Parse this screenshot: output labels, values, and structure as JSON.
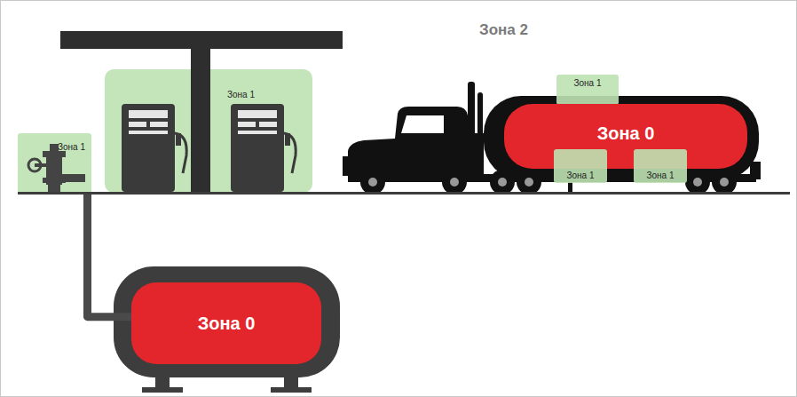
{
  "diagram": {
    "nodes": [
      {
        "text": [
          "Зона 1"
        ]
      },
      {
        "text": [
          "Зона 1"
        ]
      },
      {
        "text": [
          "Зона 1"
        ]
      },
      {
        "text": [
          "Зона 0"
        ]
      },
      {
        "text": [
          "Зона 1"
        ]
      },
      {
        "text": [
          "Зона 1"
        ]
      },
      {
        "text": [
          "Зона 0"
        ]
      }
    ],
    "edges": [
      {
        "from": 0,
        "to": 6,
        "arrow": "none"
      }
    ],
    "labels": [
      "Зона 2"
    ]
  }
}
